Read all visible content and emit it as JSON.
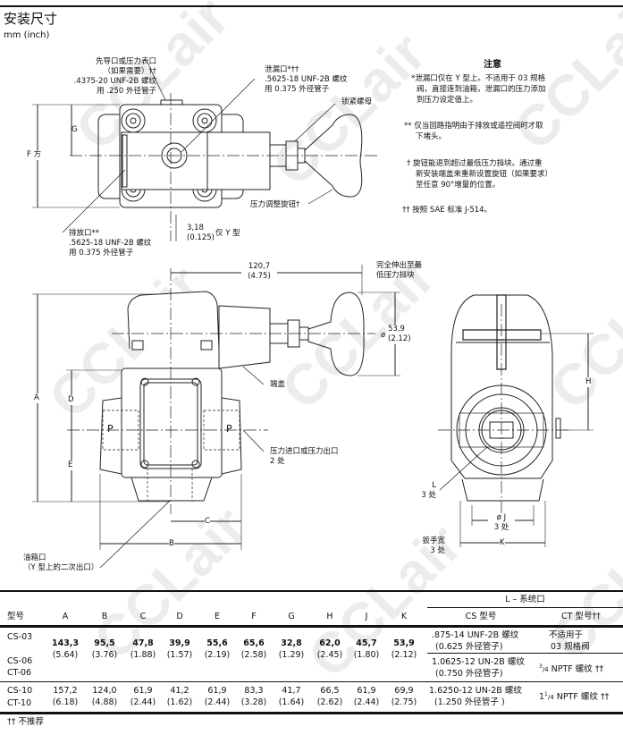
{
  "header": {
    "title": "安装尺寸",
    "units": "mm (inch)"
  },
  "watermark": "CCLair",
  "top_view": {
    "pilot_port": [
      "先导口或压力表口",
      "（如果需要）††",
      ".4375-20 UNF-2B 螺纹",
      "用 .250 外径管子"
    ],
    "drain_port": [
      "泄漏口*††",
      ".5625-18 UNF-2B 螺纹",
      "用 0.375 外径管子"
    ],
    "lock_nut": "锁紧螺母",
    "adjust_knob": "压力调整旋钮†",
    "vent_port": [
      "排放口**",
      ".5625-18 UNF-2B 螺纹",
      "用 0.375 外径管子"
    ],
    "offset": [
      "3,18",
      "(0.125)"
    ],
    "offset_note": "仅 Y 型",
    "dim_f": "F 方",
    "dim_g": "G"
  },
  "notes": {
    "title": "注意",
    "items": [
      [
        "*泄漏口仅在 Y 型上。不适用于 03 规格",
        "阀，直接连到油箱，泄漏口的压力添加",
        "到压力设定值上。"
      ],
      [
        "** 仅当回路指明由于排放或遥控阀时才取",
        "下堵头。"
      ],
      [
        "† 旋钮能退到超过最低压力挡块。通过重",
        "新安装端盖来重新设置旋钮（如果要求）",
        "至任意 90°增量的位置。"
      ],
      [
        "†† 按照 SAE 标准 J-514。"
      ]
    ]
  },
  "front_view": {
    "length": [
      "120,7",
      "(4.75)"
    ],
    "extended": [
      "完全伸出至最",
      "低压力挡块"
    ],
    "knob_dia": [
      "53,9",
      "(2.12)"
    ],
    "dia_symbol": "ø",
    "end_cap": "端盖",
    "pressure_port": [
      "压力进口或压力出口",
      "2 处"
    ],
    "tank_port": [
      "油箱口",
      "（Y 型上的二次出口）"
    ],
    "p_label": "P",
    "dims": {
      "a": "A",
      "b": "B",
      "c": "C",
      "d": "D",
      "e": "E"
    }
  },
  "side_view": {
    "dim_h": "H",
    "port_l": [
      "L",
      "3 处"
    ],
    "dim_j": [
      "ø J",
      "3 处"
    ],
    "wrench": [
      "扳手宽",
      "3 处"
    ],
    "dim_k": "K"
  },
  "table": {
    "group_header": "L – 系统口",
    "columns": [
      "型号",
      "A",
      "B",
      "C",
      "D",
      "E",
      "F",
      "G",
      "H",
      "J",
      "K",
      "CS  型号",
      "CT  型号††"
    ],
    "row1": {
      "models": [
        "CS-03",
        "CS-06",
        "CT-06"
      ],
      "mm": [
        "143,3",
        "95,5",
        "47,8",
        "39,9",
        "55,6",
        "65,6",
        "32,8",
        "62,0",
        "45,7",
        "53,9"
      ],
      "in": [
        "(5.64)",
        "(3.76)",
        "(1.88)",
        "(1.57)",
        "(2.19)",
        "(2.58)",
        "(1.29)",
        "(2.45)",
        "(1.80)",
        "(2.12)"
      ],
      "cs03_port": [
        ".875-14 UNF-2B 螺纹",
        "(0.625 外径管子)"
      ],
      "ct03_port": [
        "不适用于",
        "03 规格阀"
      ],
      "cs06_port": [
        "1.0625-12 UN-2B 螺纹",
        "(0.750 外径管子)"
      ],
      "ct06_port": {
        "sup": "3",
        "sub": "/4",
        "text": " NPTF 螺纹 ††"
      }
    },
    "row2": {
      "models": [
        "CS-10",
        "CT-10"
      ],
      "mm": [
        "157,2",
        "124,0",
        "61,9",
        "41,2",
        "61,9",
        "83,3",
        "41,7",
        "66,5",
        "61,9",
        "69,9"
      ],
      "in": [
        "(6.18)",
        "(4.88)",
        "(2.44)",
        "(1.62)",
        "(2.44)",
        "(3.28)",
        "(1.64)",
        "(2.62)",
        "(2.44)",
        "(2.75)"
      ],
      "cs_port": [
        "1.6250-12 UN-2B 螺纹",
        "(1.250 外径管子 )"
      ],
      "ct_port": {
        "pre": "1",
        "sup": "1",
        "sub": "/4",
        "text": " NPTF 螺纹 ††"
      }
    },
    "footnote": "†† 不推荐"
  }
}
